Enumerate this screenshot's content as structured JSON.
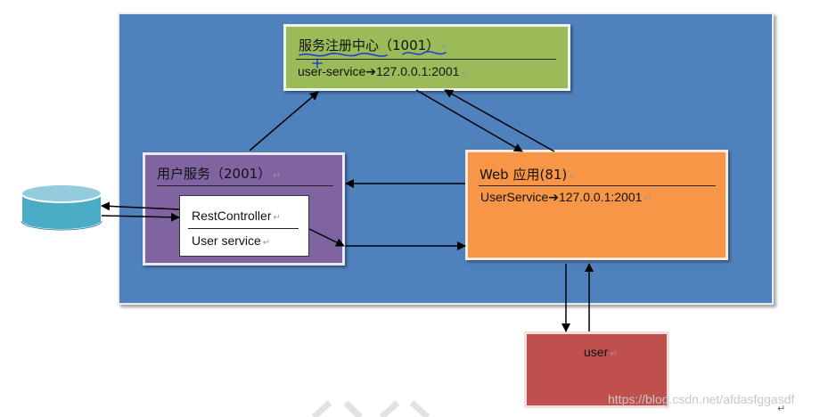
{
  "registry": {
    "title": "服务注册中心（1001）",
    "entry": "user-service➔127.0.0.1:2001"
  },
  "user_service": {
    "title": "用户服务（2001）",
    "rest_controller": "RestController",
    "user_service_label": "User service"
  },
  "web_app": {
    "title": "Web  应用(81)",
    "entry": "UserService➔127.0.0.1:2001"
  },
  "user": {
    "label": "user"
  },
  "watermark": "https://blog.csdn.net/afdasfggasdf",
  "colors": {
    "background_panel": "#4f81bd",
    "registry": "#9bbb59",
    "user_service": "#8064a2",
    "web_app": "#f79646",
    "user": "#c0504d",
    "database": "#4bacc6",
    "annotation_ink": "#1f3fd0"
  },
  "icons": {
    "database": "database-cylinder-icon",
    "paragraph_mark": "return-mark-icon"
  },
  "paragraph_mark": "↵"
}
